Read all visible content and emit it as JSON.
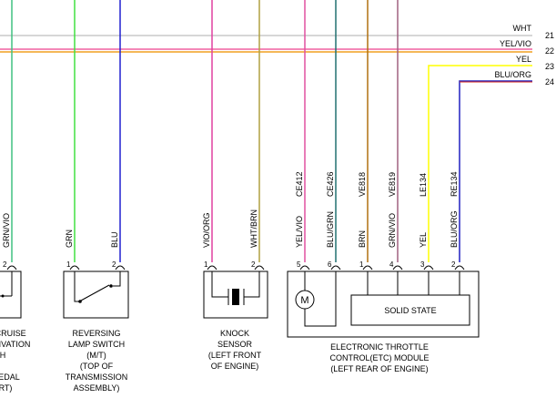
{
  "bus": [
    {
      "name": "WHT",
      "num": "21",
      "color": "#c8c8c8"
    },
    {
      "name": "YEL/VIO",
      "num": "22",
      "color": "#e8a040"
    },
    {
      "name": "YEL",
      "num": "23",
      "color": "#ffff00"
    },
    {
      "name": "BLU/ORG",
      "num": "24",
      "color": "#2020c0"
    }
  ],
  "cruise": {
    "wire_label": "GRN/VIO",
    "pin": "2",
    "caption": [
      "L CRUISE",
      "CTIVATION",
      "H",
      "",
      "EDAL",
      "RT)"
    ]
  },
  "reversing": {
    "wires": [
      {
        "label": "GRN",
        "pin": "1",
        "color": "#40e040"
      },
      {
        "label": "BLU",
        "pin": "2",
        "color": "#2020d0"
      }
    ],
    "caption": [
      "REVERSING",
      "LAMP SWITCH",
      "(M/T)",
      "(TOP OF",
      "TRANSMISSION",
      "ASSEMBLY)"
    ]
  },
  "knock": {
    "wires": [
      {
        "label": "VIO/ORG",
        "pin": "1",
        "color": "#e040a0"
      },
      {
        "label": "WHT/BRN",
        "pin": "2",
        "color": "#b0a040"
      }
    ],
    "caption": [
      "KNOCK",
      "SENSOR",
      "(LEFT FRONT",
      "OF ENGINE)"
    ]
  },
  "etc": {
    "wires": [
      {
        "circuit": "CE412",
        "label": "YEL/VIO",
        "pin": "5",
        "color": "#e050a0"
      },
      {
        "circuit": "CE426",
        "label": "BLU/GRN",
        "pin": "6",
        "color": "#207070"
      },
      {
        "circuit": "VE818",
        "label": "BRN",
        "pin": "1",
        "color": "#b07010"
      },
      {
        "circuit": "VE819",
        "label": "GRN/VIO",
        "pin": "4",
        "color": "#a06080"
      },
      {
        "circuit": "LE134",
        "label": "YEL",
        "pin": "3",
        "color": "#ffff00"
      },
      {
        "circuit": "RE134",
        "label": "BLU/ORG",
        "pin": "2",
        "color": "#2020c0"
      }
    ],
    "motor_label": "M",
    "solid_state_label": "SOLID STATE",
    "caption": [
      "ELECTRONIC THROTTLE",
      "CONTROL(ETC) MODULE",
      "(LEFT REAR OF ENGINE)"
    ]
  }
}
